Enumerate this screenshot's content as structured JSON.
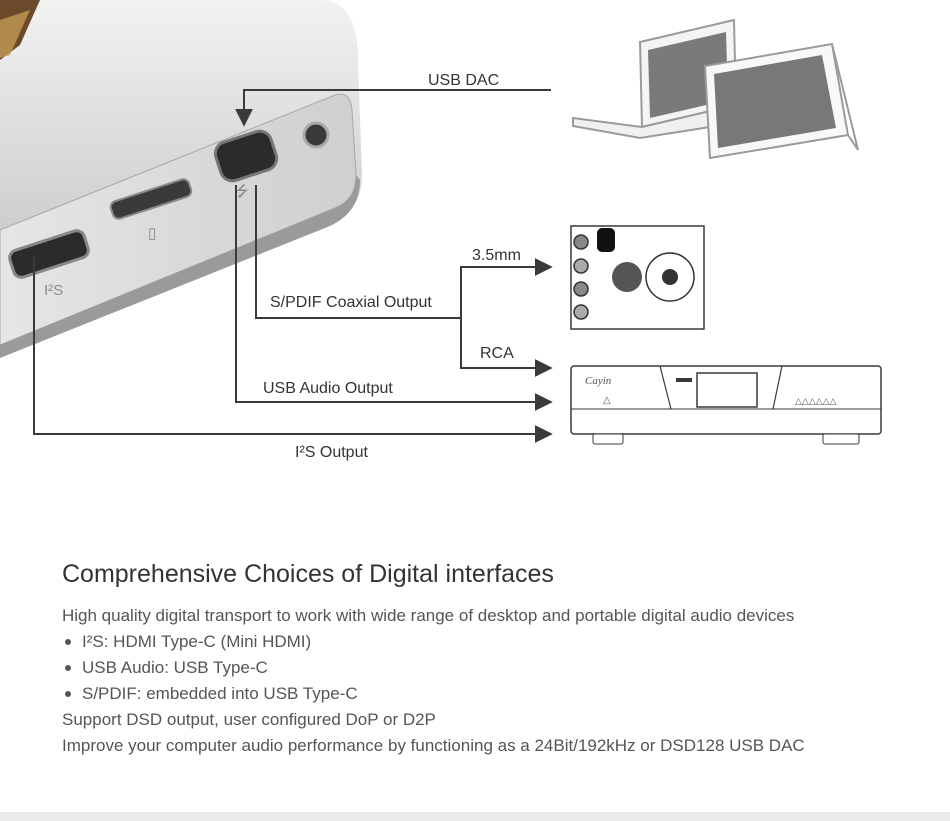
{
  "diagram": {
    "labels": {
      "usb_dac": "USB DAC",
      "mm35": "3.5mm",
      "spdif": "S/PDIF Coaxial Output",
      "rca": "RCA",
      "usb_audio": "USB Audio Output",
      "i2s": "I²S Output"
    },
    "device_port_labels": {
      "i2s_port": "I²S"
    },
    "colors": {
      "line": "#3a3a3a",
      "device_metal": "#d9d9d9",
      "device_shadow": "#8f8f8f"
    }
  },
  "content": {
    "title": "Comprehensive Choices of Digital interfaces",
    "intro": "High quality digital transport to work with wide range of desktop and portable digital audio devices",
    "bullets": [
      "I²S: HDMI Type-C (Mini HDMI)",
      "USB Audio: USB Type-C",
      "S/PDIF: embedded into USB Type-C"
    ],
    "line1": "Support DSD output, user configured DoP or D2P",
    "line2": "Improve your computer audio performance by functioning as a 24Bit/192kHz or DSD128 USB DAC"
  }
}
